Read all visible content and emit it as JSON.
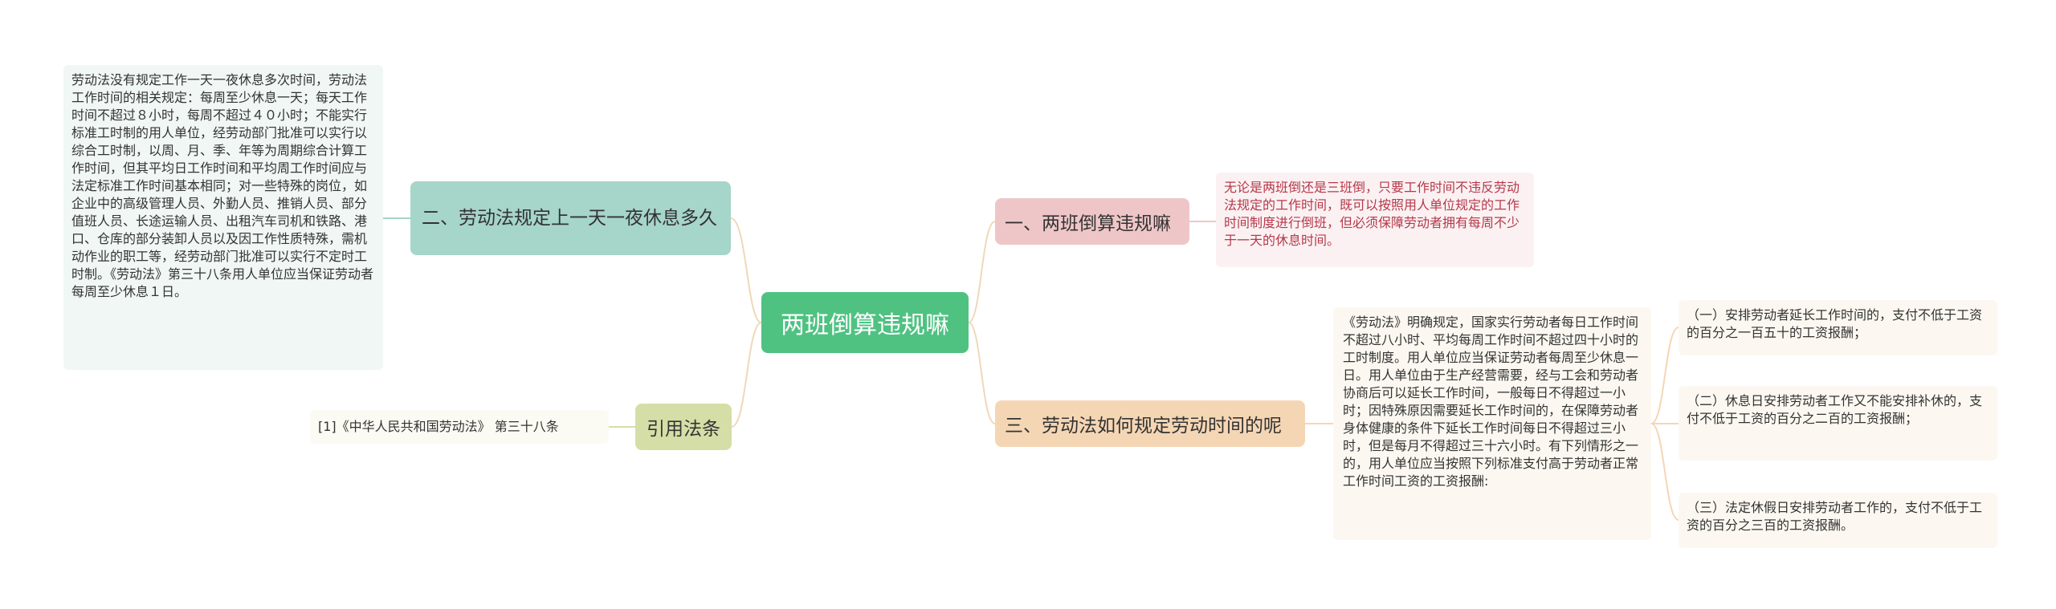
{
  "mindmap": {
    "root": "两班倒算违规嘛",
    "branch_1": {
      "title": "一、两班倒算违规嘛",
      "text": "无论是两班倒还是三班倒，只要工作时间不违反劳动法规定的工作时间，既可以按照用人单位规定的工作时间制度进行倒班，但必须保障劳动者拥有每周不少于一天的休息时间。"
    },
    "branch_2": {
      "title": "二、劳动法规定上一天一夜休息多久",
      "text": "劳动法没有规定工作一天一夜休息多次时间，劳动法工作时间的相关规定：每周至少休息一天；每天工作时间不超过８小时，每周不超过４０小时；不能实行标准工时制的用人单位，经劳动部门批准可以实行以综合工时制，以周、月、季、年等为周期综合计算工作时间，但其平均日工作时间和平均周工作时间应与法定标准工作时间基本相同；对一些特殊的岗位，如企业中的高级管理人员、外勤人员、推销人员、部分值班人员、长途运输人员、出租汽车司机和铁路、港口、仓库的部分装卸人员以及因工作性质特殊，需机动作业的职工等，经劳动部门批准可以实行不定时工时制。《劳动法》第三十八条用人单位应当保证劳动者每周至少休息１日。"
    },
    "branch_3": {
      "title": "三、劳动法如何规定劳动时间的呢",
      "text": "《劳动法》明确规定，国家实行劳动者每日工作时间不超过八小时、平均每周工作时间不超过四十小时的工时制度。用人单位应当保证劳动者每周至少休息一日。用人单位由于生产经营需要，经与工会和劳动者协商后可以延长工作时间，一般每日不得超过一小时；因特殊原因需要延长工作时间的，在保障劳动者身体健康的条件下延长工作时间每日不得超过三小时，但是每月不得超过三十六小时。有下列情形之一的，用人单位应当按照下列标准支付高于劳动者正常工作时间工资的工资报酬:",
      "items": [
        "（一）安排劳动者延长工作时间的，支付不低于工资的百分之一百五十的工资报酬；",
        "（二）休息日安排劳动者工作又不能安排补休的，支付不低于工资的百分之二百的工资报酬；",
        "（三）法定休假日安排劳动者工作的，支付不低于工资的百分之三百的工资报酬。"
      ]
    },
    "branch_4": {
      "title": "引用法条",
      "text": "[1]《中华人民共和国劳动法》 第三十八条"
    }
  },
  "colors": {
    "root": "#4fc282",
    "branch_1": "#efc6c8",
    "branch_2": "#a6d5c9",
    "branch_3": "#f5d6b4",
    "branch_4": "#d6dea7",
    "connector": "#f0d8b8"
  }
}
